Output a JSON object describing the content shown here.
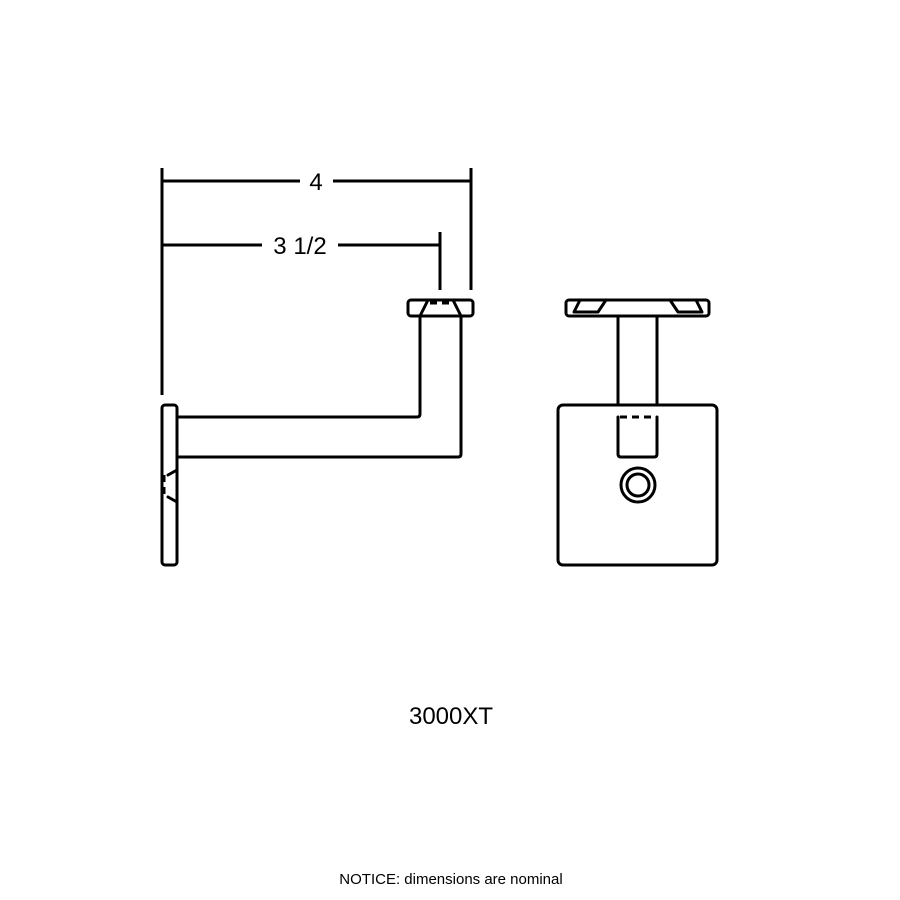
{
  "dimensions": {
    "overall": "4",
    "inner": "3 1/2"
  },
  "model": "3000XT",
  "notice": "NOTICE: dimensions are nominal",
  "colors": {
    "line": "#000000",
    "background": "#ffffff"
  }
}
